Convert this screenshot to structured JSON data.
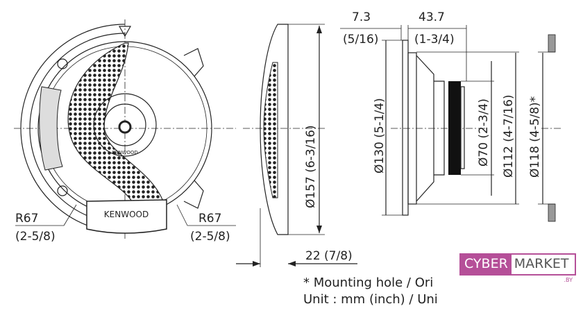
{
  "front_view": {
    "brand": "KENWOOD",
    "radius_left": {
      "value": "R67",
      "inch": "(2-5/8)"
    },
    "radius_right": {
      "value": "R67",
      "inch": "(2-5/8)"
    }
  },
  "side_view": {
    "diameter": "Ø157 (6-3/16)",
    "depth": "22 (7/8)"
  },
  "depth_view": {
    "flange_mm": "7.3",
    "flange_inch": "(5/16)",
    "depth_mm": "43.7",
    "depth_inch": "(1-3/4)",
    "d130": "Ø130 (5-1/4)",
    "d70": "Ø70 (2-3/4)",
    "d112": "Ø112 (4-7/16)",
    "d118": "Ø118 (4-5/8)*"
  },
  "notes": {
    "mounting": "* Mounting hole / Ori",
    "unit": "Unit : mm (inch) / Uni"
  },
  "watermark": {
    "part1": "CYBER",
    "part2": "MARKET",
    "suffix": ".BY"
  },
  "colors": {
    "watermark": "#b54f98",
    "line": "#222222",
    "wall": "#999999"
  }
}
